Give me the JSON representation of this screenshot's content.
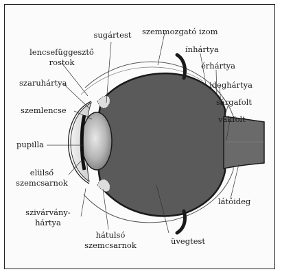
{
  "labels": {
    "sugartest": "sugártest",
    "szemmozgato_izom": "szemmozgató izom",
    "lencsefuggeszto_line1": "lencsefüggesztő",
    "lencsefuggeszto_line2": "rostok",
    "inhartya": "ínhártya",
    "erhartya": "érhártya",
    "szaruhartya": "szaruhártya",
    "ideghartya": "ideghártya",
    "szemlencse": "szemlencse",
    "sargafolt": "sárgafolt",
    "vakfolt": "vakfolt",
    "pupilla": "pupilla",
    "elulso_line1": "elülső",
    "elulso_line2": "szemcsarnok",
    "latoideg": "látóideg",
    "szivarvany_line1": "szivárvány-",
    "szivarvany_line2": "hártya",
    "hatulso_line1": "hátulsó",
    "hatulso_line2": "szemcsarnok",
    "uvegtest": "üvegtest"
  }
}
